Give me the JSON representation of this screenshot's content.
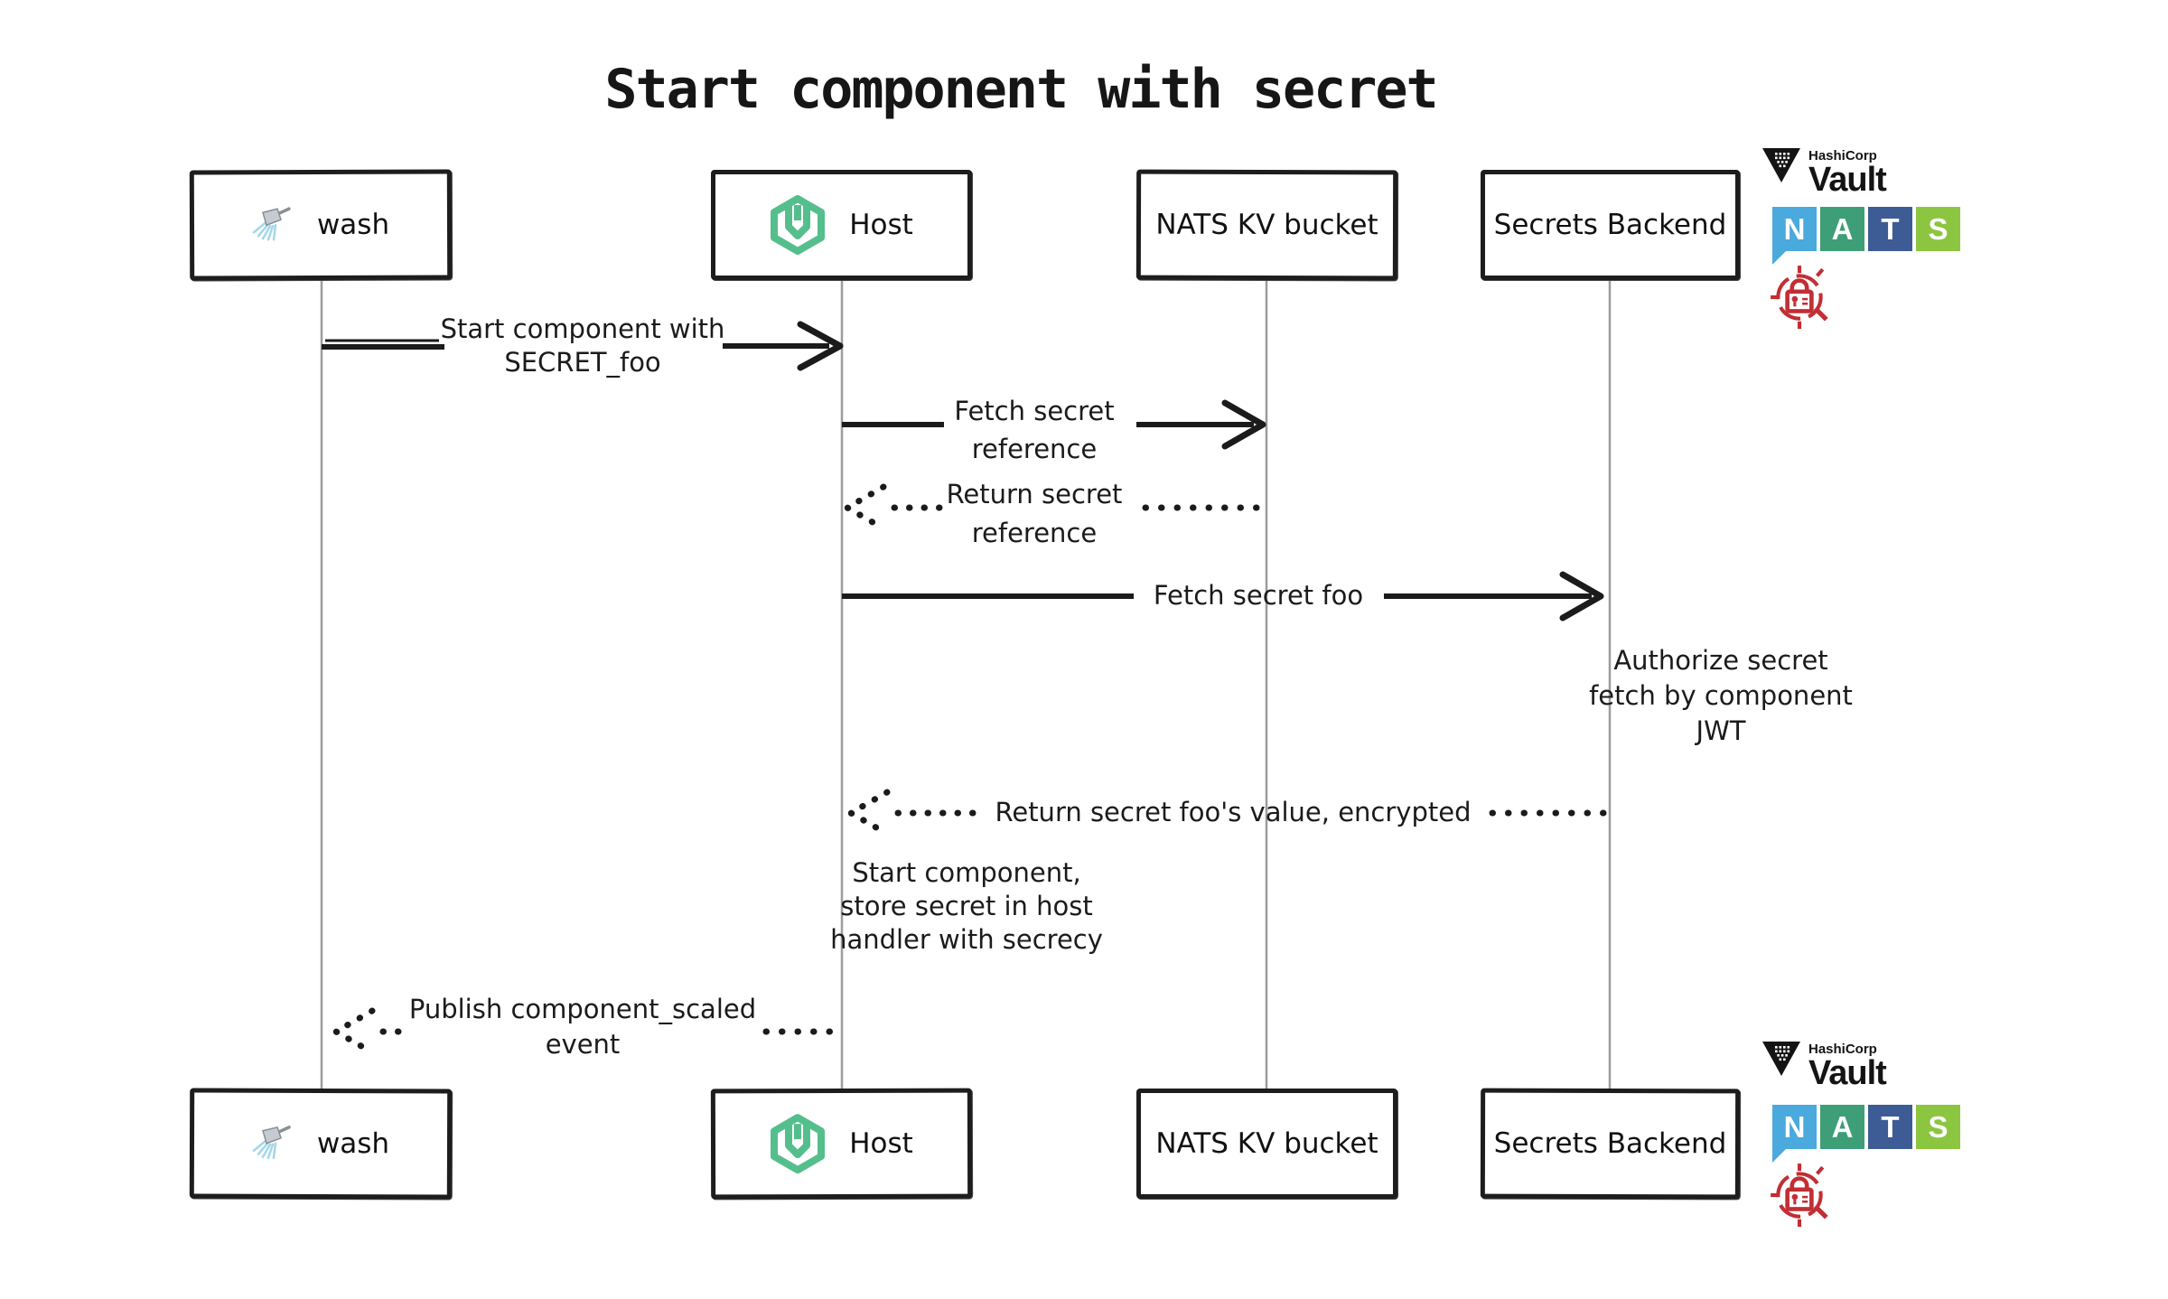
{
  "title": "Start component with secret",
  "actors": [
    {
      "id": "wash",
      "label": "wash",
      "icon": "shower-icon"
    },
    {
      "id": "host",
      "label": "Host",
      "icon": "wasmcloud-host-icon"
    },
    {
      "id": "nats-kv-bucket",
      "label": "NATS KV bucket"
    },
    {
      "id": "secrets-backend",
      "label": "Secrets Backend"
    }
  ],
  "messages": [
    {
      "from": "wash",
      "to": "host",
      "style": "solid",
      "lines": [
        "Start component with",
        "SECRET_foo"
      ]
    },
    {
      "from": "host",
      "to": "nats-kv-bucket",
      "style": "solid",
      "lines": [
        "Fetch secret",
        "reference"
      ]
    },
    {
      "from": "nats-kv-bucket",
      "to": "host",
      "style": "dotted",
      "lines": [
        "Return secret",
        "reference"
      ]
    },
    {
      "from": "host",
      "to": "secrets-backend",
      "style": "solid",
      "label": "Fetch secret foo"
    },
    {
      "from": "secrets-backend",
      "to": "host",
      "style": "dotted",
      "label": "Return secret foo's value, encrypted"
    },
    {
      "from": "host",
      "to": "wash",
      "style": "dotted",
      "lines": [
        "Publish component_scaled",
        "event"
      ]
    }
  ],
  "notes": [
    {
      "anchor": "secrets-backend",
      "lines": [
        "Authorize secret",
        "fetch by component",
        "JWT"
      ]
    },
    {
      "anchor": "host",
      "lines": [
        "Start component,",
        "store secret in host",
        "handler with secrecy"
      ]
    }
  ],
  "logos": {
    "vault": {
      "company": "HashiCorp",
      "product": "Vault",
      "color": "#141414"
    },
    "nats": {
      "letters": [
        "N",
        "A",
        "T",
        "S"
      ],
      "tile_colors": [
        "#4AA9DD",
        "#3D9E78",
        "#3D5C95",
        "#8CC540"
      ]
    },
    "secrets": {
      "icon": "lock-target-icon",
      "color": "#C22E34"
    }
  },
  "colors": {
    "background": "#ffffff",
    "stroke": "#1b1b1b",
    "lifeline": "#9c9c9c",
    "wasmcloud_green": "#55BE8D"
  }
}
